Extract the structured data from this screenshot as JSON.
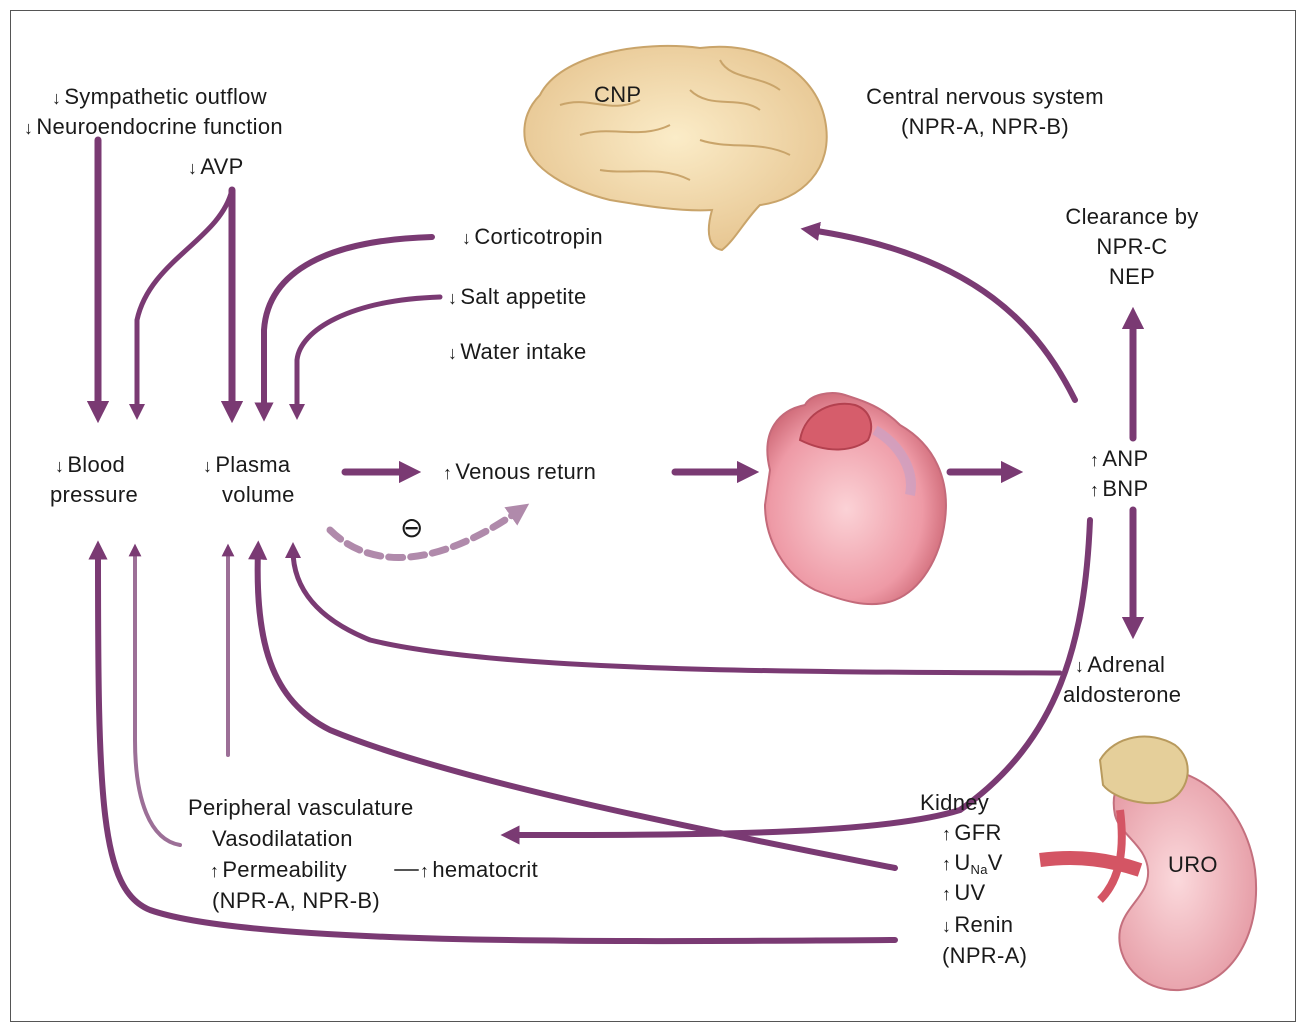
{
  "top_left": {
    "sympathetic": "Sympathetic outflow",
    "neuroendocrine": "Neuroendocrine function",
    "avp": "AVP"
  },
  "brain": {
    "cnp": "CNP",
    "title": "Central nervous system",
    "receptors": "(NPR-A, NPR-B)"
  },
  "effects": {
    "corticotropin": "Corticotropin",
    "salt": "Salt appetite",
    "water": "Water intake"
  },
  "clearance": {
    "line1": "Clearance by",
    "line2": "NPR-C",
    "line3": "NEP"
  },
  "center": {
    "blood_pressure_1": "Blood",
    "blood_pressure_2": "pressure",
    "plasma_1": "Plasma",
    "plasma_2": "volume",
    "venous": "Venous return",
    "inhibit": "⊖"
  },
  "peptides": {
    "anp": "ANP",
    "bnp": "BNP"
  },
  "adrenal": {
    "line1": "Adrenal",
    "line2": "aldosterone"
  },
  "peripheral": {
    "line1": "Peripheral vasculature",
    "line2": "Vasodilatation",
    "permeability": "Permeability",
    "hematocrit": "hematocrit",
    "receptors": "(NPR-A, NPR-B)"
  },
  "kidney": {
    "title": "Kidney",
    "gfr": "GFR",
    "u": "U",
    "na": "Na",
    "v": "V",
    "uv": "UV",
    "renin": "Renin",
    "receptor": "(NPR-A)",
    "uro": "URO"
  },
  "colors": {
    "arrow": "#7a3a73",
    "arrow_light": "#b59ab2"
  }
}
